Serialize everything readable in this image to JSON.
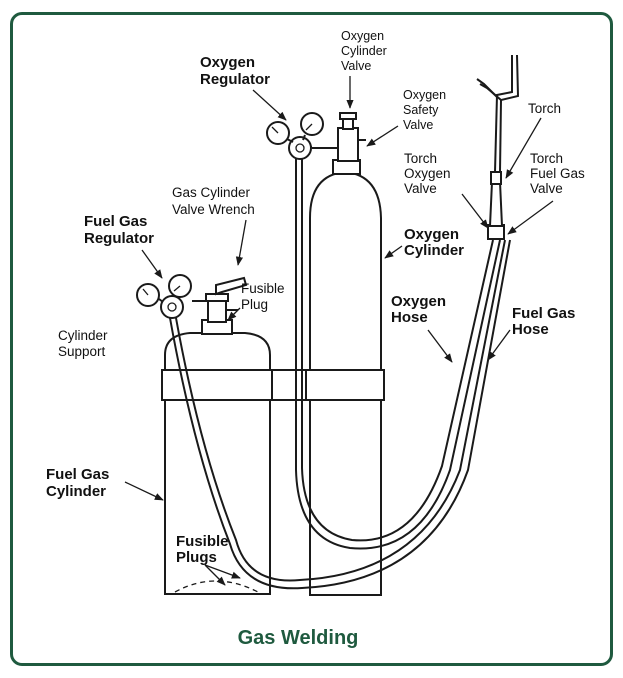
{
  "title": "Gas Welding",
  "labels": {
    "oxygen_regulator": [
      "Oxygen",
      "Regulator"
    ],
    "oxygen_cylinder_valve": [
      "Oxygen",
      "Cylinder",
      "Valve"
    ],
    "oxygen_safety_valve": [
      "Oxygen",
      "Safety",
      "Valve"
    ],
    "torch": "Torch",
    "torch_oxygen_valve": [
      "Torch",
      "Oxygen",
      "Valve"
    ],
    "torch_fuel_gas_valve": [
      "Torch",
      "Fuel Gas",
      "Valve"
    ],
    "gas_cylinder_valve_wrench": [
      "Gas Cylinder",
      "Valve Wrench"
    ],
    "fuel_gas_regulator": [
      "Fuel Gas",
      "Regulator"
    ],
    "fusible_plug": [
      "Fusible",
      "Plug"
    ],
    "oxygen_cylinder": [
      "Oxygen",
      "Cylinder"
    ],
    "cylinder_support": [
      "Cylinder",
      "Support"
    ],
    "oxygen_hose": [
      "Oxygen",
      "Hose"
    ],
    "fuel_gas_hose": [
      "Fuel Gas",
      "Hose"
    ],
    "fuel_gas_cylinder": [
      "Fuel Gas",
      "Cylinder"
    ],
    "fusible_plugs": [
      "Fusible",
      "Plugs"
    ]
  },
  "colors": {
    "frame": "#1f5a3f",
    "title": "#1f5a3f",
    "ink": "#1a1a1a"
  }
}
